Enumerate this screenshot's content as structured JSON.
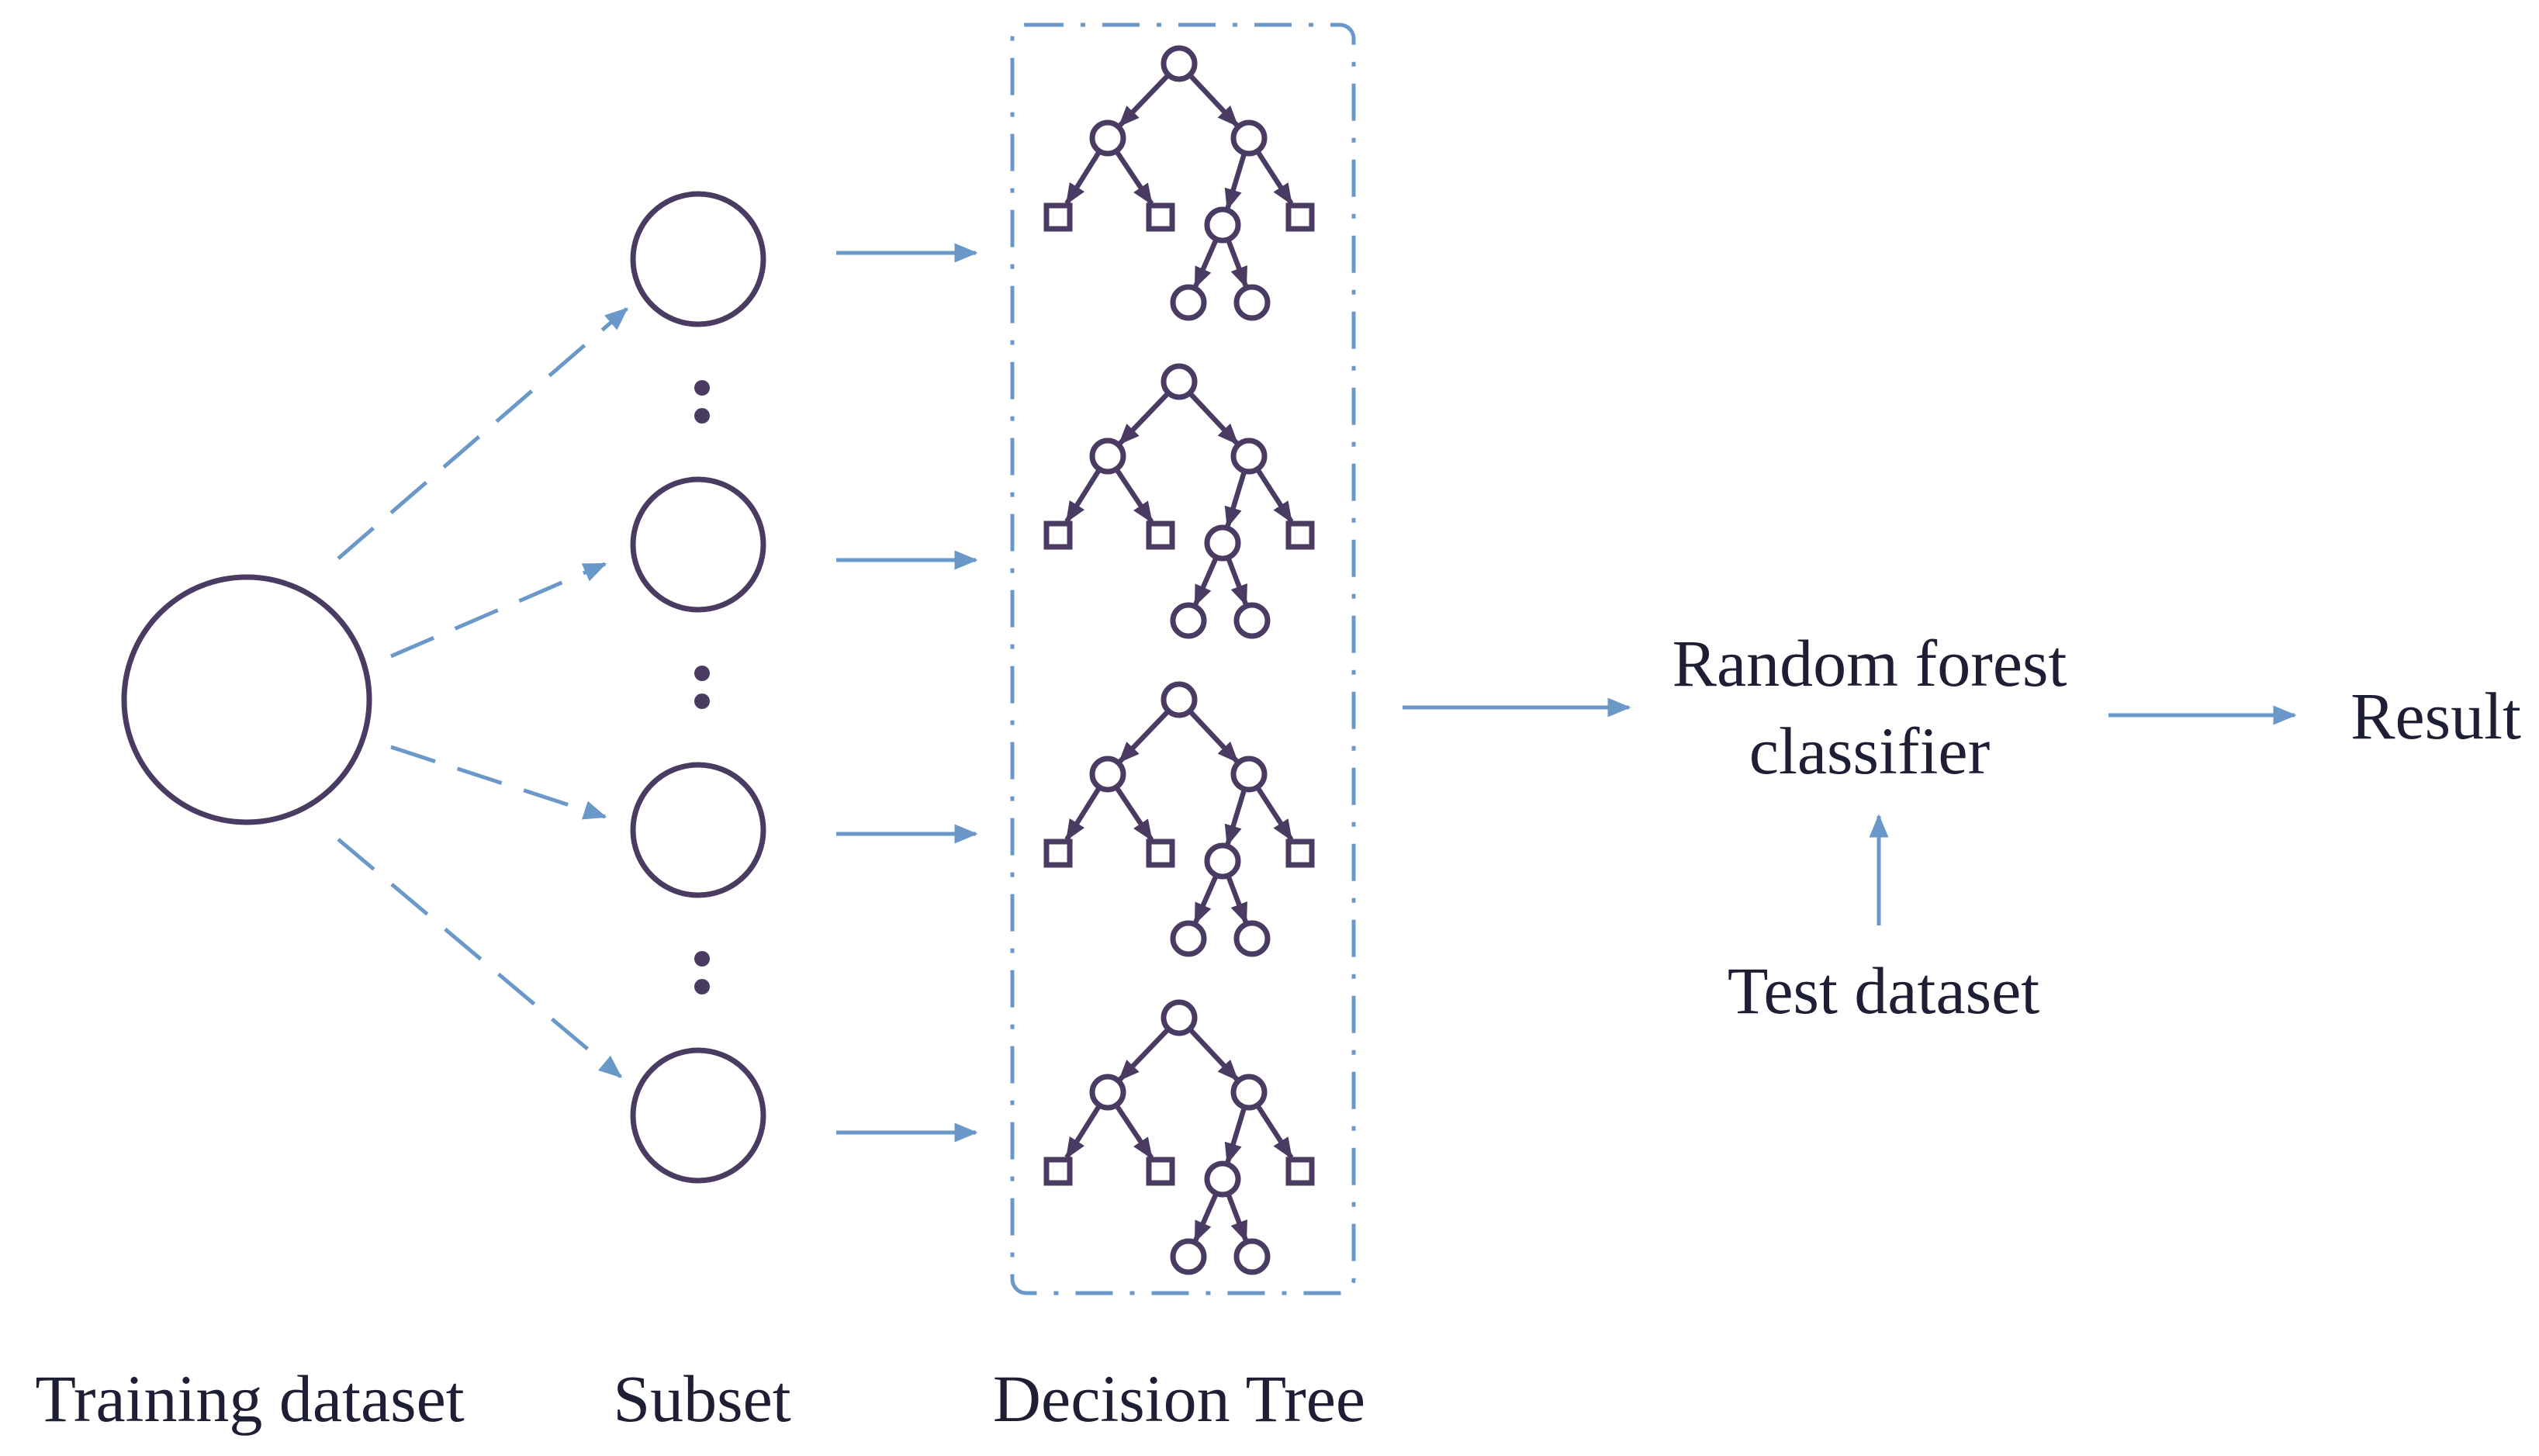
{
  "labels": {
    "training_dataset": "Training dataset",
    "subset": "Subset",
    "decision_tree": "Decision Tree",
    "classifier_line1": "Random forest",
    "classifier_line2": "classifier",
    "test_dataset": "Test dataset",
    "result": "Result"
  },
  "structure": {
    "subset_count": 4,
    "decision_tree_count": 4
  },
  "colors": {
    "node_stroke": "#4a3b62",
    "arrow": "#6a98c8",
    "text": "#1e1e34"
  }
}
